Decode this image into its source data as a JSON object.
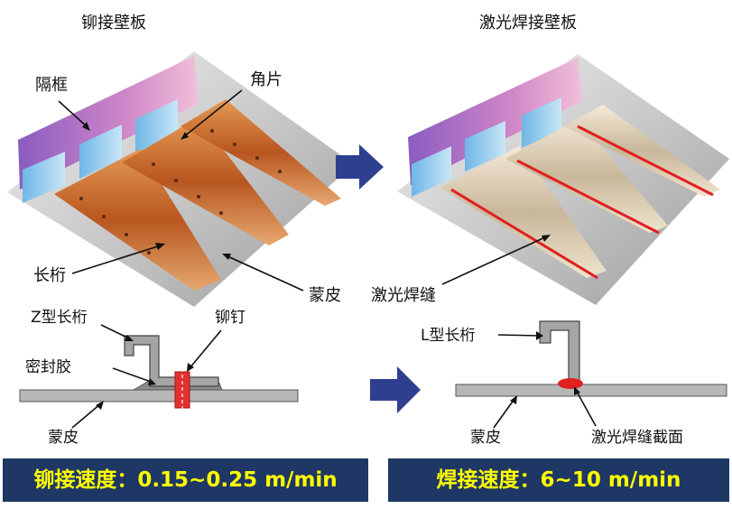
{
  "left_panel": {
    "title": "铆接壁板",
    "labels": {
      "frame": "隔框",
      "clip": "角片",
      "stringer": "长桁",
      "skin": "蒙皮",
      "z_stringer": "Z型长桁",
      "rivet": "铆钉",
      "sealant": "密封胶",
      "section_skin": "蒙皮"
    },
    "speed": "铆接速度：0.15~0.25 m/min"
  },
  "right_panel": {
    "title": "激光焊接壁板",
    "labels": {
      "weld_seam": "激光焊缝",
      "l_stringer": "L型长桁",
      "section_skin": "蒙皮",
      "weld_section": "激光焊缝截面"
    },
    "speed": "焊接速度：6~10 m/min"
  },
  "colors": {
    "arrow": "#2f3f8f",
    "banner_bg": "#1f3764",
    "banner_text": "#ffff00",
    "weld": "#e02020",
    "stringer_riveted": "#c8642a",
    "frame": "#a070c8"
  }
}
